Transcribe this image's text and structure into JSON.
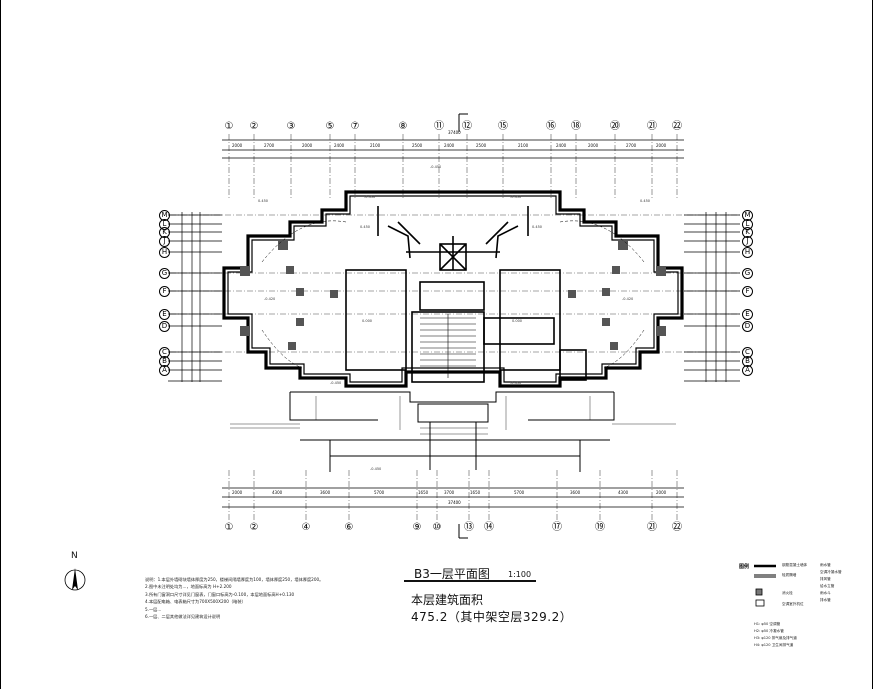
{
  "drawing": {
    "title": "B3一层平面图",
    "scale": "1:100",
    "area_label": "本层建筑面积",
    "area_value": "475.2（其中架空层329.2）",
    "north_label": "N"
  },
  "axes": {
    "top": [
      "①",
      "②",
      "③",
      "⑤",
      "⑦",
      "⑧",
      "⑪",
      "⑫",
      "⑮",
      "⑯",
      "⑱",
      "⑳",
      "㉑",
      "㉒"
    ],
    "bottom": [
      "①",
      "②",
      "④",
      "⑥",
      "⑨",
      "⑩",
      "⑬",
      "⑭",
      "⑰",
      "⑲",
      "㉑",
      "㉒"
    ],
    "left": [
      "M",
      "L",
      "K",
      "J",
      "H",
      "G",
      "F",
      "E",
      "D",
      "C",
      "B",
      "A"
    ],
    "right": [
      "M",
      "L",
      "K",
      "J",
      "H",
      "G",
      "F",
      "E",
      "D",
      "C",
      "B",
      "A"
    ]
  },
  "dimensions": {
    "top_outer": "37400",
    "bottom_outer": "37400",
    "top_segments": [
      "2000",
      "2700",
      "2000",
      "2400",
      "2100",
      "2500",
      "2400",
      "2500",
      "2100",
      "2400",
      "2000",
      "2700",
      "2000"
    ],
    "bottom_segments": [
      "2000",
      "4300",
      "3600",
      "5700",
      "1650",
      "3700",
      "1650",
      "5700",
      "3600",
      "4300",
      "2000"
    ]
  },
  "notes": [
    "说明：1.本层外墙砌块墙体厚度为250，楼梯间隔墙厚度为100，墙体厚度250，墙体厚度200。",
    "2.图中未注明处均为...，地面标高为 H+2.200",
    "3.所有门窗洞口尺寸详见门窗表，门窗口标高为-0.100，本层地面标高H+0.130",
    "4.本层配电箱、电表箱尺寸为700X500X200（暗装）",
    "5.一层...",
    "6.一层、二层其他做法详见建筑设计说明"
  ],
  "legend": {
    "title": "图例",
    "items": [
      "钢筋混凝土墙体",
      "轻质隔墙",
      "雨水管",
      "空调冷凝水管",
      "排风管",
      "给水立管",
      "消火栓",
      "空调室外机位",
      "雨水斗",
      "排水管"
    ],
    "codes": [
      "H1: φ50 空调管",
      "H2: φ50 冷凝水管",
      "H3: φ120 排气扇及排气道",
      "H4: φ120 卫生间排气道"
    ]
  }
}
